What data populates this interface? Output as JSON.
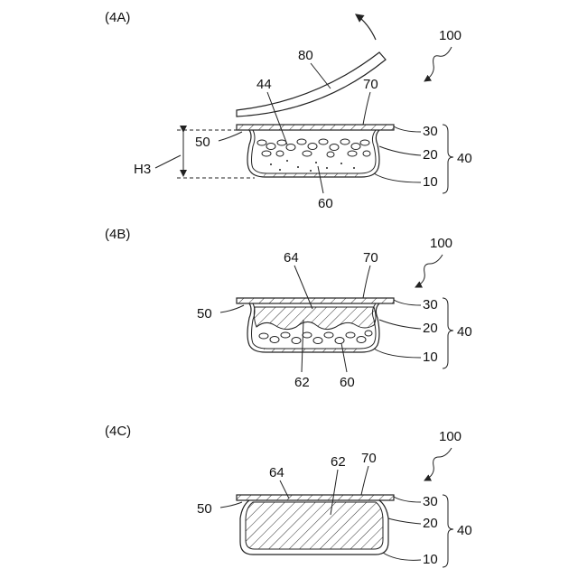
{
  "panels": [
    {
      "id": "4A",
      "title": "(4A)",
      "labels": {
        "assembly": "100",
        "lid_film": "80",
        "cavity": "44",
        "seal_layer": "70",
        "flange_layer": "30",
        "wall_layer": "20",
        "base_layer": "10",
        "stack": "40",
        "rim": "50",
        "height": "H3",
        "particles": "60"
      }
    },
    {
      "id": "4B",
      "title": "(4B)",
      "labels": {
        "assembly": "100",
        "upper_region": "64",
        "seal_layer": "70",
        "flange_layer": "30",
        "wall_layer": "20",
        "base_layer": "10",
        "stack": "40",
        "rim": "50",
        "fill": "62",
        "particles": "60"
      }
    },
    {
      "id": "4C",
      "title": "(4C)",
      "labels": {
        "assembly": "100",
        "upper_region": "64",
        "fill": "62",
        "seal_layer": "70",
        "flange_layer": "30",
        "wall_layer": "20",
        "base_layer": "10",
        "stack": "40",
        "rim": "50"
      }
    }
  ]
}
